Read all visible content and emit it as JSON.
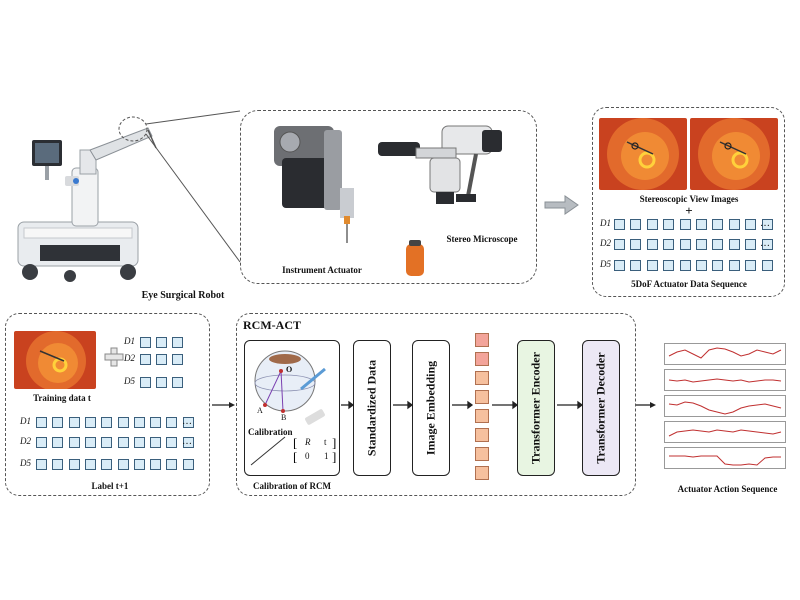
{
  "top": {
    "robot_label": "Eye Surgical Robot",
    "instrument_label": "Instrument Actuator",
    "microscope_label": "Stereo Microscope",
    "stereo_label": "Stereoscopic View Images",
    "plus": "+",
    "sequence_label": "5DoF Actuator Data Sequence",
    "rows": [
      "D1",
      "D2",
      "D5"
    ]
  },
  "bottom_left": {
    "training_label": "Training data t",
    "label_label": "Label t+1",
    "rows": [
      "D1",
      "D2",
      "D5"
    ]
  },
  "rcm_act": {
    "title": "RCM-ACT",
    "calibration_word": "Calibration",
    "calibration_caption": "Calibration of RCM",
    "point_o": "O",
    "point_a": "A",
    "point_b": "B",
    "matrix_r": "R",
    "matrix_t": "t",
    "matrix_0": "0",
    "matrix_1": "1",
    "stages": [
      "Standardized Data",
      "Image Embedding",
      "Transformer Encoder",
      "Transformer Decoder"
    ],
    "stage_colors": [
      "#ffffff",
      "#ffffff",
      "#e8f5e2",
      "#ece8f5"
    ]
  },
  "output": {
    "label": "Actuator Action Sequence",
    "series_count": 5
  },
  "colors": {
    "cell_fill": "#d9ecf7",
    "token_fill": "#f4b89a",
    "plot_line": "#c03030"
  }
}
